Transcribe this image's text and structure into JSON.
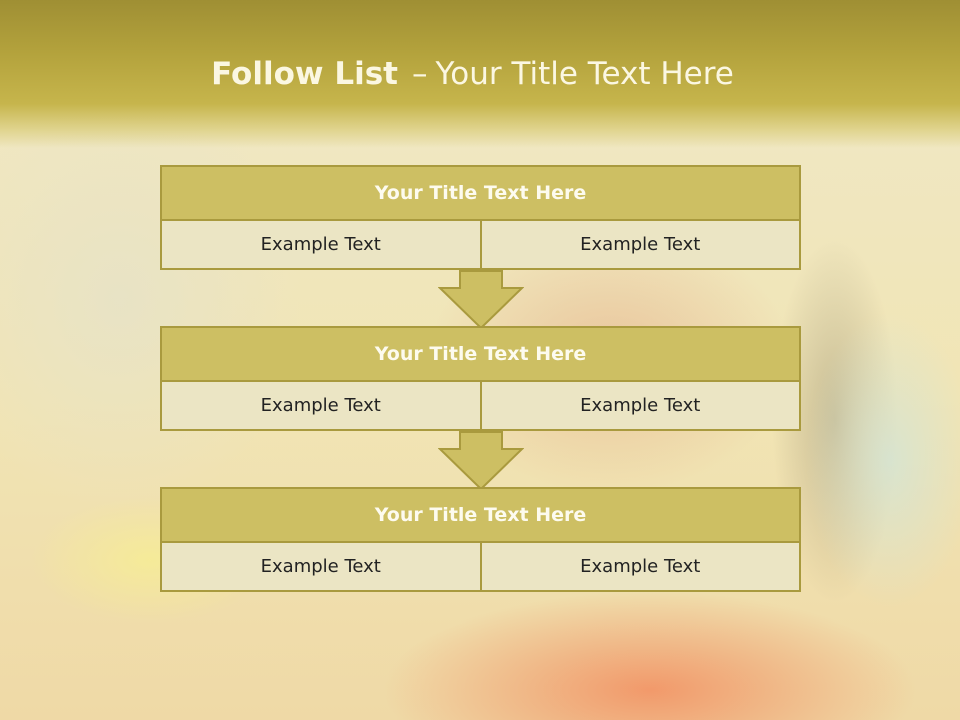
{
  "slide": {
    "title_bold": "Follow List",
    "title_dash": "–",
    "title_rest": "Your Title Text Here"
  },
  "blocks": [
    {
      "title": "Your Title Text Here",
      "left": "Example Text",
      "right": "Example Text"
    },
    {
      "title": "Your Title Text Here",
      "left": "Example Text",
      "right": "Example Text"
    },
    {
      "title": "Your Title Text Here",
      "left": "Example Text",
      "right": "Example Text"
    }
  ],
  "colors": {
    "header": "#b3a23c",
    "block_title": "#cdbf63",
    "block_cell": "#ebe5c4",
    "border": "#a99a3e",
    "arrow_fill": "#cdbf63"
  }
}
